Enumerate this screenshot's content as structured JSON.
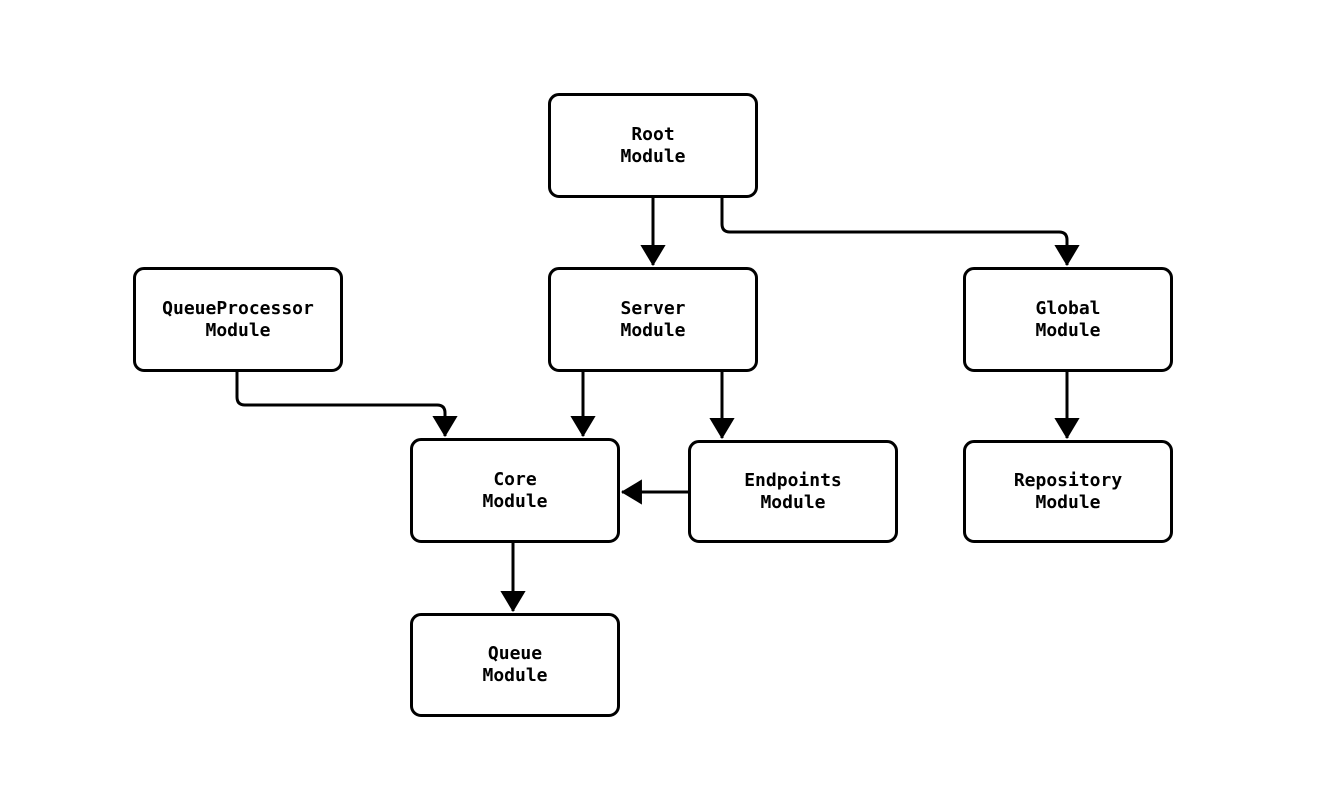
{
  "diagram": {
    "type": "module-dependency-graph",
    "colors": {
      "background": "#ffffff",
      "node_fill": "#ffffff",
      "node_border": "#000000",
      "edge": "#000000",
      "text": "#000000"
    },
    "nodes": {
      "root": {
        "label": "Root\nModule"
      },
      "queueProcessor": {
        "label": "QueueProcessor\nModule"
      },
      "server": {
        "label": "Server\nModule"
      },
      "global": {
        "label": "Global\nModule"
      },
      "core": {
        "label": "Core\nModule"
      },
      "endpoints": {
        "label": "Endpoints\nModule"
      },
      "repository": {
        "label": "Repository\nModule"
      },
      "queue": {
        "label": "Queue\nModule"
      }
    },
    "edges": [
      {
        "from": "root",
        "to": "server"
      },
      {
        "from": "root",
        "to": "global"
      },
      {
        "from": "queueProcessor",
        "to": "core"
      },
      {
        "from": "server",
        "to": "core"
      },
      {
        "from": "server",
        "to": "endpoints"
      },
      {
        "from": "endpoints",
        "to": "core"
      },
      {
        "from": "global",
        "to": "repository"
      },
      {
        "from": "core",
        "to": "queue"
      }
    ]
  }
}
